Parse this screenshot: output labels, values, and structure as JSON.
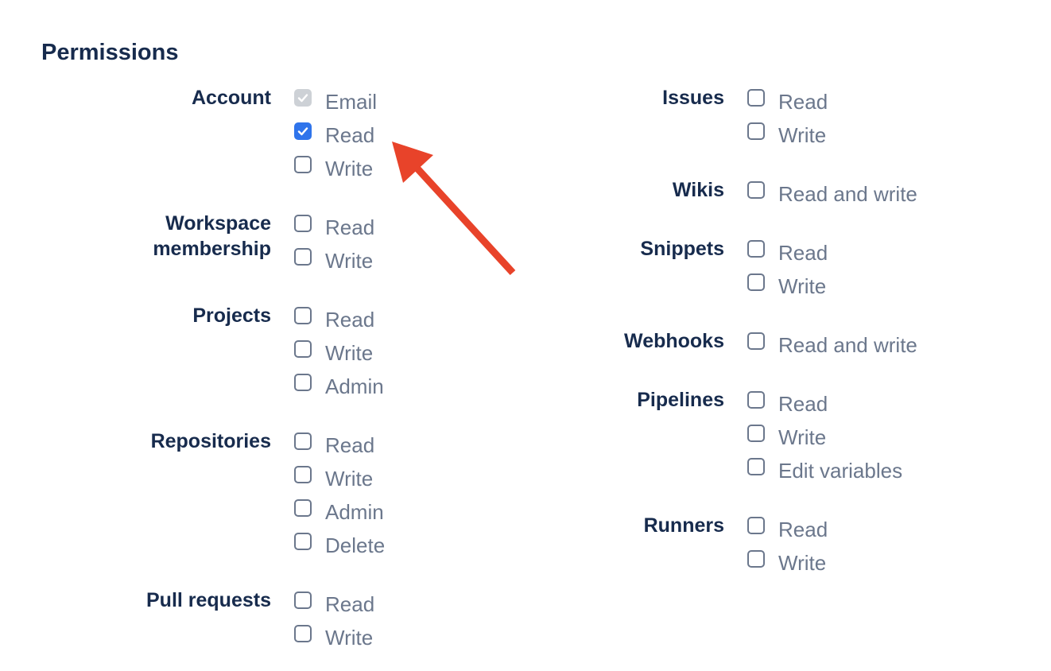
{
  "section_title": "Permissions",
  "groups": [
    {
      "label": "Account",
      "options": [
        {
          "label": "Email",
          "state": "checked-disabled"
        },
        {
          "label": "Read",
          "state": "checked"
        },
        {
          "label": "Write",
          "state": "unchecked"
        }
      ]
    },
    {
      "label": "Workspace\nmembership",
      "options": [
        {
          "label": "Read",
          "state": "unchecked"
        },
        {
          "label": "Write",
          "state": "unchecked"
        }
      ]
    },
    {
      "label": "Projects",
      "options": [
        {
          "label": "Read",
          "state": "unchecked"
        },
        {
          "label": "Write",
          "state": "unchecked"
        },
        {
          "label": "Admin",
          "state": "unchecked"
        }
      ]
    },
    {
      "label": "Repositories",
      "options": [
        {
          "label": "Read",
          "state": "unchecked"
        },
        {
          "label": "Write",
          "state": "unchecked"
        },
        {
          "label": "Admin",
          "state": "unchecked"
        },
        {
          "label": "Delete",
          "state": "unchecked"
        }
      ]
    },
    {
      "label": "Pull requests",
      "options": [
        {
          "label": "Read",
          "state": "unchecked"
        },
        {
          "label": "Write",
          "state": "unchecked"
        }
      ]
    },
    {
      "label": "Issues",
      "options": [
        {
          "label": "Read",
          "state": "unchecked"
        },
        {
          "label": "Write",
          "state": "unchecked"
        }
      ]
    },
    {
      "label": "Wikis",
      "options": [
        {
          "label": "Read and write",
          "state": "unchecked"
        }
      ]
    },
    {
      "label": "Snippets",
      "options": [
        {
          "label": "Read",
          "state": "unchecked"
        },
        {
          "label": "Write",
          "state": "unchecked"
        }
      ]
    },
    {
      "label": "Webhooks",
      "options": [
        {
          "label": "Read and write",
          "state": "unchecked"
        }
      ]
    },
    {
      "label": "Pipelines",
      "options": [
        {
          "label": "Read",
          "state": "unchecked"
        },
        {
          "label": "Write",
          "state": "unchecked"
        },
        {
          "label": "Edit variables",
          "state": "unchecked"
        }
      ]
    },
    {
      "label": "Runners",
      "options": [
        {
          "label": "Read",
          "state": "unchecked"
        },
        {
          "label": "Write",
          "state": "unchecked"
        }
      ]
    }
  ],
  "annotation": {
    "icon": "arrow-icon",
    "color": "#e8432a"
  },
  "colors": {
    "heading": "#172b4d",
    "option_text": "#6b778c",
    "checked": "#2f74eb",
    "disabled": "#cdd1d6"
  }
}
